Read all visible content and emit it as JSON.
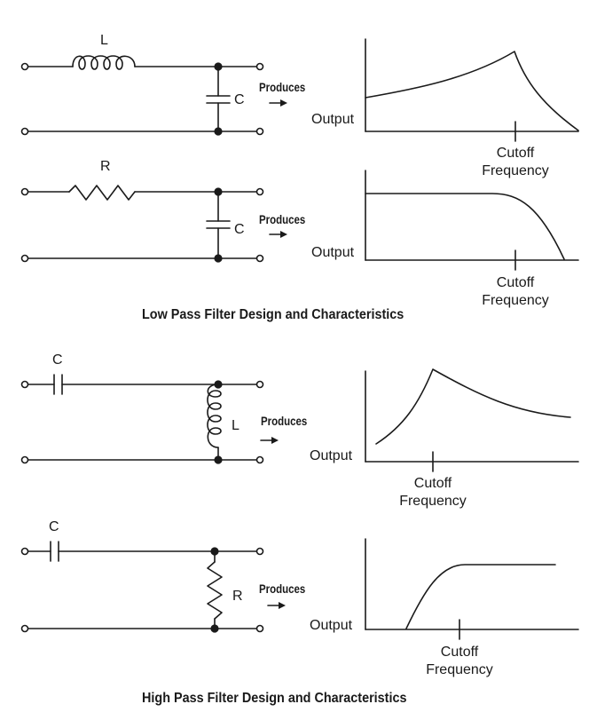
{
  "low_pass": {
    "lc": {
      "inductor": "L",
      "capacitor": "C",
      "produces": "Produces",
      "output": "Output",
      "cutoff": "Cutoff",
      "frequency": "Frequency"
    },
    "rc": {
      "resistor": "R",
      "capacitor": "C",
      "produces": "Produces",
      "output": "Output",
      "cutoff": "Cutoff",
      "frequency": "Frequency"
    },
    "caption": "Low Pass Filter Design and Characteristics"
  },
  "high_pass": {
    "cl": {
      "capacitor": "C",
      "inductor": "L",
      "produces": "Produces",
      "output": "Output",
      "cutoff": "Cutoff",
      "frequency": "Frequency"
    },
    "cr": {
      "capacitor": "C",
      "resistor": "R",
      "produces": "Produces",
      "output": "Output",
      "cutoff": "Cutoff",
      "frequency": "Frequency"
    },
    "caption": "High Pass Filter Design and Characteristics"
  },
  "colors": {
    "ink": "#1a1a1a",
    "background": "#ffffff"
  }
}
